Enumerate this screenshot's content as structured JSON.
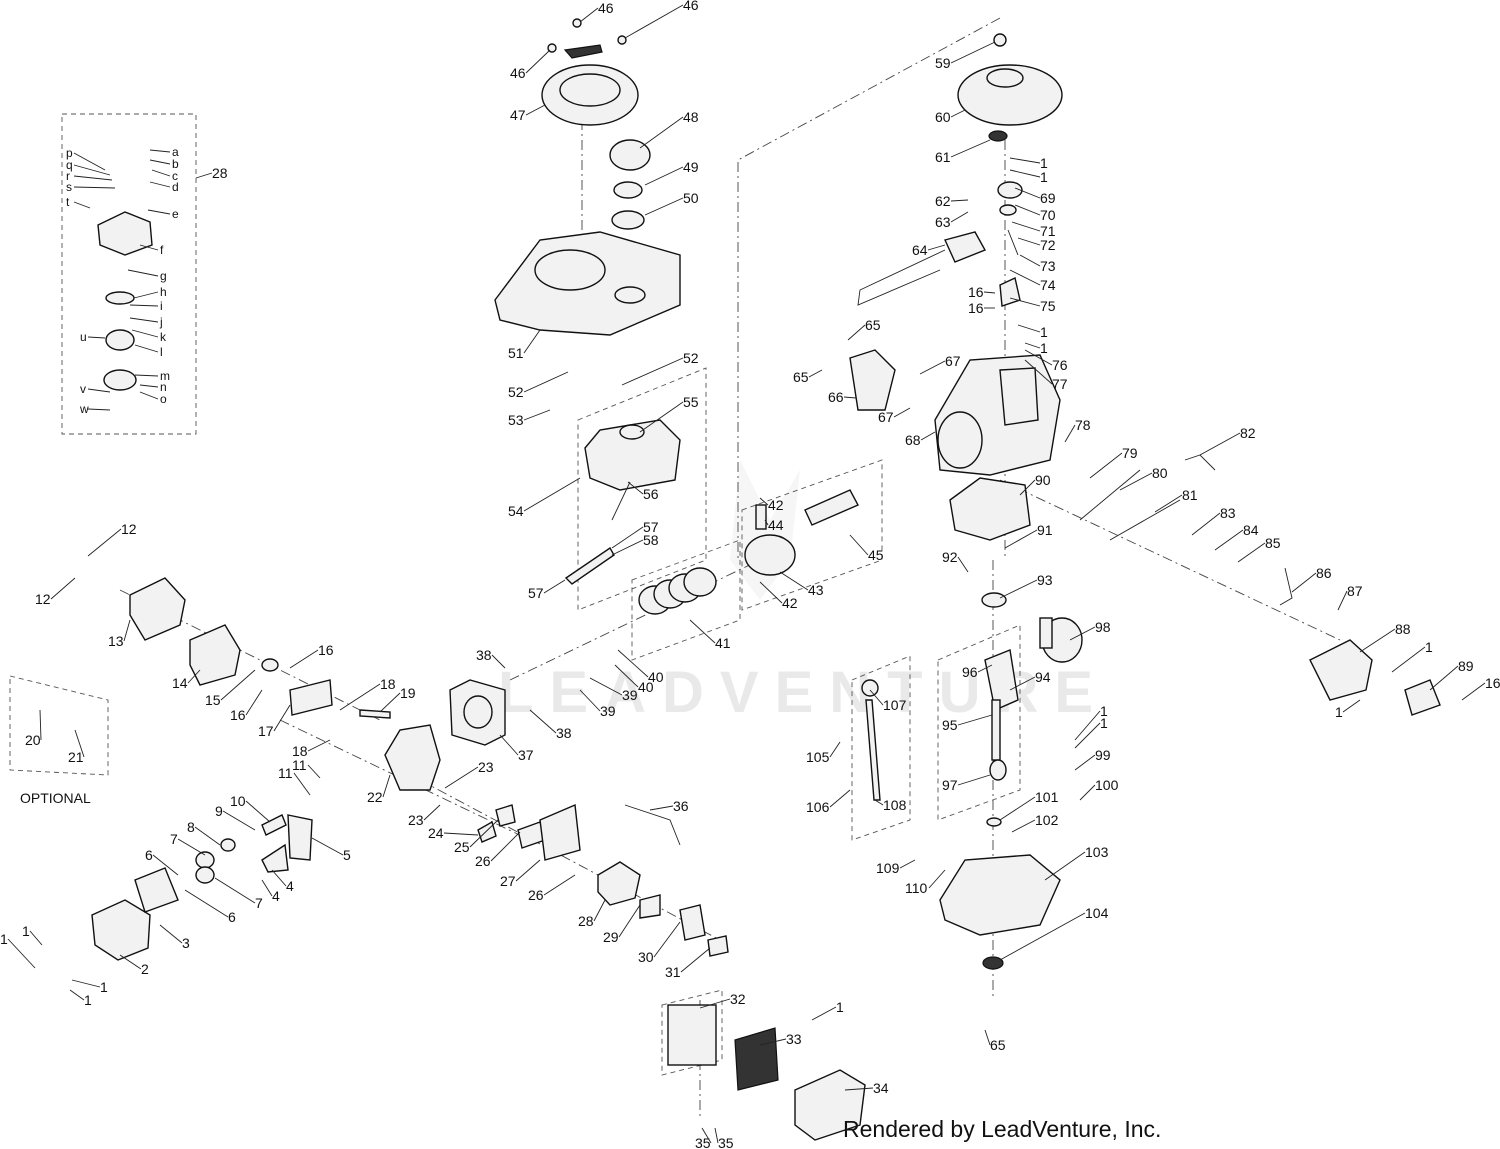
{
  "diagram": {
    "watermark": "LEADVENTURE",
    "footer": "Rendered by LeadVenture, Inc.",
    "optional_label": "OPTIONAL",
    "callouts": [
      {
        "id": "c46a",
        "t": "46"
      },
      {
        "id": "c46b",
        "t": "46"
      },
      {
        "id": "c46c",
        "t": "46"
      },
      {
        "id": "c47",
        "t": "47"
      },
      {
        "id": "c48",
        "t": "48"
      },
      {
        "id": "c49",
        "t": "49"
      },
      {
        "id": "c50",
        "t": "50"
      },
      {
        "id": "c51",
        "t": "51"
      },
      {
        "id": "c52a",
        "t": "52"
      },
      {
        "id": "c52b",
        "t": "52"
      },
      {
        "id": "c53",
        "t": "53"
      },
      {
        "id": "c54",
        "t": "54"
      },
      {
        "id": "c55",
        "t": "55"
      },
      {
        "id": "c56",
        "t": "56"
      },
      {
        "id": "c57a",
        "t": "57"
      },
      {
        "id": "c57b",
        "t": "57"
      },
      {
        "id": "c58",
        "t": "58"
      },
      {
        "id": "c59",
        "t": "59"
      },
      {
        "id": "c60",
        "t": "60"
      },
      {
        "id": "c61",
        "t": "61"
      },
      {
        "id": "c1a",
        "t": "1"
      },
      {
        "id": "c1b",
        "t": "1"
      },
      {
        "id": "c69",
        "t": "69"
      },
      {
        "id": "c70",
        "t": "70"
      },
      {
        "id": "c71",
        "t": "71"
      },
      {
        "id": "c72",
        "t": "72"
      },
      {
        "id": "c73",
        "t": "73"
      },
      {
        "id": "c74",
        "t": "74"
      },
      {
        "id": "c75",
        "t": "75"
      },
      {
        "id": "c62",
        "t": "62"
      },
      {
        "id": "c63",
        "t": "63"
      },
      {
        "id": "c64",
        "t": "64"
      },
      {
        "id": "c16a",
        "t": "16"
      },
      {
        "id": "c16b",
        "t": "16"
      },
      {
        "id": "c65a",
        "t": "65"
      },
      {
        "id": "c65b",
        "t": "65"
      },
      {
        "id": "c66",
        "t": "66"
      },
      {
        "id": "c67a",
        "t": "67"
      },
      {
        "id": "c67b",
        "t": "67"
      },
      {
        "id": "c1c",
        "t": "1"
      },
      {
        "id": "c1d",
        "t": "1"
      },
      {
        "id": "c76",
        "t": "76"
      },
      {
        "id": "c77",
        "t": "77"
      },
      {
        "id": "c68",
        "t": "68"
      },
      {
        "id": "c78",
        "t": "78"
      },
      {
        "id": "c79",
        "t": "79"
      },
      {
        "id": "c80",
        "t": "80"
      },
      {
        "id": "c81",
        "t": "81"
      },
      {
        "id": "c82",
        "t": "82"
      },
      {
        "id": "c83",
        "t": "83"
      },
      {
        "id": "c84",
        "t": "84"
      },
      {
        "id": "c85",
        "t": "85"
      },
      {
        "id": "c86",
        "t": "86"
      },
      {
        "id": "c87",
        "t": "87"
      },
      {
        "id": "c88",
        "t": "88"
      },
      {
        "id": "c1e",
        "t": "1"
      },
      {
        "id": "c1f",
        "t": "1"
      },
      {
        "id": "c89",
        "t": "89"
      },
      {
        "id": "c16c",
        "t": "16"
      },
      {
        "id": "c90",
        "t": "90"
      },
      {
        "id": "c91",
        "t": "91"
      },
      {
        "id": "c92",
        "t": "92"
      },
      {
        "id": "c93",
        "t": "93"
      },
      {
        "id": "c98",
        "t": "98"
      },
      {
        "id": "c96",
        "t": "96"
      },
      {
        "id": "c94",
        "t": "94"
      },
      {
        "id": "c95",
        "t": "95"
      },
      {
        "id": "c97",
        "t": "97"
      },
      {
        "id": "c42a",
        "t": "42"
      },
      {
        "id": "c44",
        "t": "44"
      },
      {
        "id": "c45",
        "t": "45"
      },
      {
        "id": "c43",
        "t": "43"
      },
      {
        "id": "c42b",
        "t": "42"
      },
      {
        "id": "c41",
        "t": "41"
      },
      {
        "id": "c40a",
        "t": "40"
      },
      {
        "id": "c40b",
        "t": "40"
      },
      {
        "id": "c39a",
        "t": "39"
      },
      {
        "id": "c39b",
        "t": "39"
      },
      {
        "id": "c38a",
        "t": "38"
      },
      {
        "id": "c38b",
        "t": "38"
      },
      {
        "id": "c37",
        "t": "37"
      },
      {
        "id": "c107",
        "t": "107"
      },
      {
        "id": "c105",
        "t": "105"
      },
      {
        "id": "c106",
        "t": "106"
      },
      {
        "id": "c108",
        "t": "108"
      },
      {
        "id": "c1g",
        "t": "1"
      },
      {
        "id": "c1h",
        "t": "1"
      },
      {
        "id": "c99",
        "t": "99"
      },
      {
        "id": "c100",
        "t": "100"
      },
      {
        "id": "c101",
        "t": "101"
      },
      {
        "id": "c102",
        "t": "102"
      },
      {
        "id": "c103",
        "t": "103"
      },
      {
        "id": "c109",
        "t": "109"
      },
      {
        "id": "c110",
        "t": "110"
      },
      {
        "id": "c104",
        "t": "104"
      },
      {
        "id": "c65c",
        "t": "65"
      },
      {
        "id": "c12a",
        "t": "12"
      },
      {
        "id": "c12b",
        "t": "12"
      },
      {
        "id": "c13",
        "t": "13"
      },
      {
        "id": "c14",
        "t": "14"
      },
      {
        "id": "c15",
        "t": "15"
      },
      {
        "id": "c16d",
        "t": "16"
      },
      {
        "id": "c16e",
        "t": "16"
      },
      {
        "id": "c17",
        "t": "17"
      },
      {
        "id": "c18a",
        "t": "18"
      },
      {
        "id": "c19",
        "t": "19"
      },
      {
        "id": "c18b",
        "t": "18"
      },
      {
        "id": "c11a",
        "t": "11"
      },
      {
        "id": "c11b",
        "t": "11"
      },
      {
        "id": "c22",
        "t": "22"
      },
      {
        "id": "c23a",
        "t": "23"
      },
      {
        "id": "c23b",
        "t": "23"
      },
      {
        "id": "c24",
        "t": "24"
      },
      {
        "id": "c25",
        "t": "25"
      },
      {
        "id": "c26a",
        "t": "26"
      },
      {
        "id": "c26b",
        "t": "26"
      },
      {
        "id": "c27",
        "t": "27"
      },
      {
        "id": "c36",
        "t": "36"
      },
      {
        "id": "c28b",
        "t": "28"
      },
      {
        "id": "c29",
        "t": "29"
      },
      {
        "id": "c30",
        "t": "30"
      },
      {
        "id": "c31",
        "t": "31"
      },
      {
        "id": "c32",
        "t": "32"
      },
      {
        "id": "c1i",
        "t": "1"
      },
      {
        "id": "c33",
        "t": "33"
      },
      {
        "id": "c34",
        "t": "34"
      },
      {
        "id": "c35a",
        "t": "35"
      },
      {
        "id": "c35b",
        "t": "35"
      },
      {
        "id": "c20",
        "t": "20"
      },
      {
        "id": "c21",
        "t": "21"
      },
      {
        "id": "c10",
        "t": "10"
      },
      {
        "id": "c9",
        "t": "9"
      },
      {
        "id": "c8",
        "t": "8"
      },
      {
        "id": "c7a",
        "t": "7"
      },
      {
        "id": "c7b",
        "t": "7"
      },
      {
        "id": "c6a",
        "t": "6"
      },
      {
        "id": "c6b",
        "t": "6"
      },
      {
        "id": "c4a",
        "t": "4"
      },
      {
        "id": "c4b",
        "t": "4"
      },
      {
        "id": "c5",
        "t": "5"
      },
      {
        "id": "c3",
        "t": "3"
      },
      {
        "id": "c2",
        "t": "2"
      },
      {
        "id": "c1j",
        "t": "1"
      },
      {
        "id": "c1k",
        "t": "1"
      },
      {
        "id": "c1l",
        "t": "1"
      },
      {
        "id": "c1m",
        "t": "1"
      },
      {
        "id": "c28a",
        "t": "28"
      }
    ],
    "carb_letters": [
      "a",
      "b",
      "c",
      "d",
      "e",
      "f",
      "g",
      "h",
      "i",
      "j",
      "k",
      "l",
      "m",
      "n",
      "o",
      "p",
      "q",
      "r",
      "s",
      "t",
      "u",
      "v",
      "w"
    ]
  }
}
